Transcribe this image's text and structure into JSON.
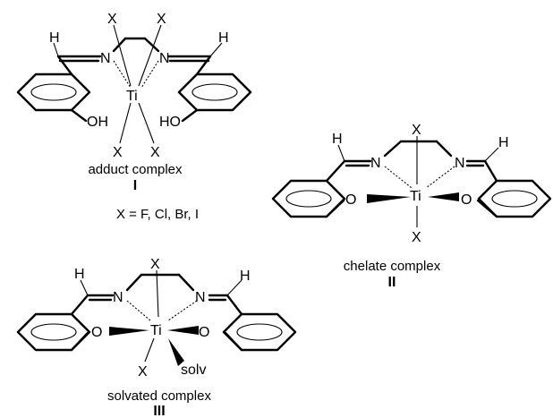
{
  "atoms": {
    "H": "H",
    "N": "N",
    "Ti": "Ti",
    "X": "X",
    "O": "O",
    "OH": "OH",
    "HO": "HO",
    "solv": "solv"
  },
  "complex_I": {
    "caption": "adduct complex",
    "label": "I"
  },
  "complex_II": {
    "caption": "chelate complex",
    "label": "II"
  },
  "complex_III": {
    "caption": "solvated complex",
    "label": "III"
  },
  "legend": "X = F, Cl, Br, I"
}
